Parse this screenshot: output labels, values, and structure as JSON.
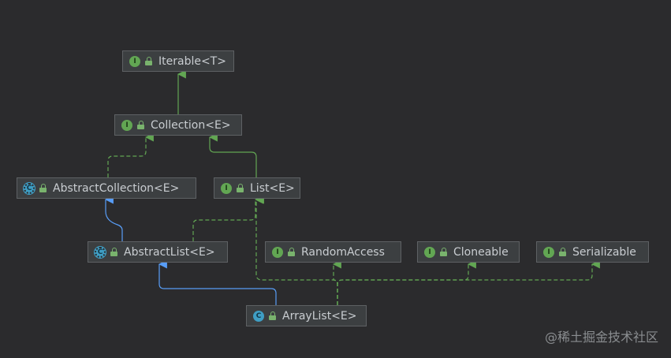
{
  "diagram": {
    "nodes": [
      {
        "id": "iterable",
        "kind": "interface",
        "badge": "I",
        "label": "Iterable<T>"
      },
      {
        "id": "collection",
        "kind": "interface",
        "badge": "I",
        "label": "Collection<E>"
      },
      {
        "id": "abstract-collection",
        "kind": "abstract",
        "badge": "C",
        "label": "AbstractCollection<E>"
      },
      {
        "id": "list",
        "kind": "interface",
        "badge": "I",
        "label": "List<E>"
      },
      {
        "id": "abstract-list",
        "kind": "abstract",
        "badge": "C",
        "label": "AbstractList<E>"
      },
      {
        "id": "random-access",
        "kind": "interface",
        "badge": "I",
        "label": "RandomAccess"
      },
      {
        "id": "cloneable",
        "kind": "interface",
        "badge": "I",
        "label": "Cloneable"
      },
      {
        "id": "serializable",
        "kind": "interface",
        "badge": "I",
        "label": "Serializable"
      },
      {
        "id": "array-list",
        "kind": "class",
        "badge": "C",
        "label": "ArrayList<E>"
      }
    ],
    "edges": [
      {
        "from": "collection",
        "to": "iterable",
        "type": "extends"
      },
      {
        "from": "abstract-collection",
        "to": "collection",
        "type": "implements"
      },
      {
        "from": "list",
        "to": "collection",
        "type": "extends"
      },
      {
        "from": "abstract-list",
        "to": "abstract-collection",
        "type": "class-extends"
      },
      {
        "from": "abstract-list",
        "to": "list",
        "type": "implements"
      },
      {
        "from": "array-list",
        "to": "abstract-list",
        "type": "class-extends"
      },
      {
        "from": "array-list",
        "to": "list",
        "type": "implements"
      },
      {
        "from": "array-list",
        "to": "random-access",
        "type": "implements"
      },
      {
        "from": "array-list",
        "to": "cloneable",
        "type": "implements"
      },
      {
        "from": "array-list",
        "to": "serializable",
        "type": "implements"
      }
    ],
    "colors": {
      "background": "#2b2b2d",
      "node_fill": "#3c3f41",
      "interface_edge": "#62a653",
      "class_edge": "#589df6"
    }
  },
  "watermark": "@稀土掘金技术社区"
}
